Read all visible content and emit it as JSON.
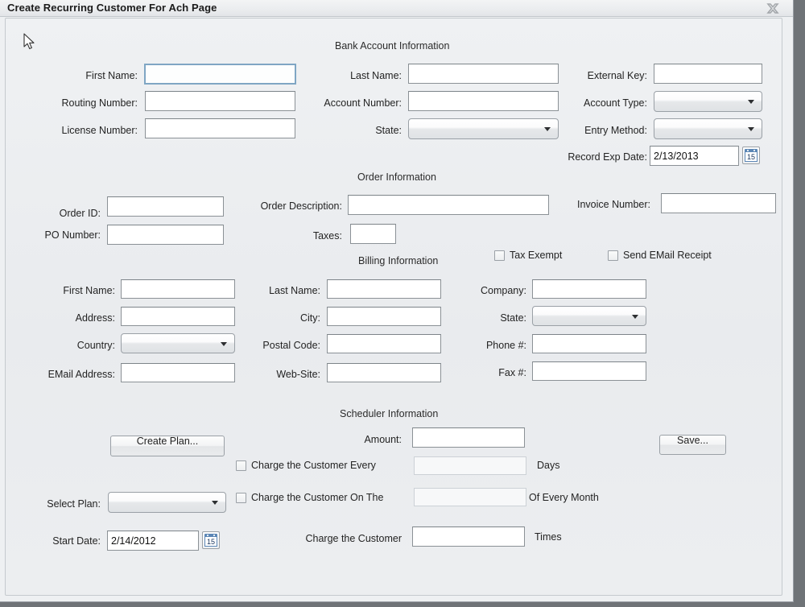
{
  "window": {
    "title": "Create Recurring Customer For Ach Page",
    "close_icon": "close-icon"
  },
  "sections": {
    "bank": "Bank Account Information",
    "order": "Order Information",
    "billing": "Billing Information",
    "scheduler": "Scheduler Information"
  },
  "bank": {
    "first_name_label": "First Name:",
    "first_name_value": "",
    "routing_number_label": "Routing Number:",
    "routing_number_value": "",
    "license_number_label": "License Number:",
    "license_number_value": "",
    "last_name_label": "Last Name:",
    "last_name_value": "",
    "account_number_label": "Account Number:",
    "account_number_value": "",
    "state_label": "State:",
    "state_value": "",
    "external_key_label": "External Key:",
    "external_key_value": "",
    "account_type_label": "Account Type:",
    "account_type_value": "",
    "entry_method_label": "Entry Method:",
    "entry_method_value": "",
    "record_exp_date_label": "Record Exp Date:",
    "record_exp_date_value": "2/13/2013",
    "calendar_day": "15"
  },
  "order": {
    "order_id_label": "Order ID:",
    "order_id_value": "",
    "po_number_label": "PO Number:",
    "po_number_value": "",
    "order_description_label": "Order Description:",
    "order_description_value": "",
    "taxes_label": "Taxes:",
    "taxes_value": "",
    "invoice_number_label": "Invoice Number:",
    "invoice_number_value": "",
    "tax_exempt_label": "Tax Exempt",
    "tax_exempt_checked": false,
    "send_email_receipt_label": "Send EMail Receipt",
    "send_email_receipt_checked": false
  },
  "billing": {
    "first_name_label": "First Name:",
    "first_name_value": "",
    "address_label": "Address:",
    "address_value": "",
    "country_label": "Country:",
    "country_value": "",
    "email_address_label": "EMail Address:",
    "email_address_value": "",
    "last_name_label": "Last Name:",
    "last_name_value": "",
    "city_label": "City:",
    "city_value": "",
    "postal_code_label": "Postal Code:",
    "postal_code_value": "",
    "web_site_label": "Web-Site:",
    "web_site_value": "",
    "company_label": "Company:",
    "company_value": "",
    "state_label": "State:",
    "state_value": "",
    "phone_label": "Phone #:",
    "phone_value": "",
    "fax_label": "Fax #:",
    "fax_value": ""
  },
  "scheduler": {
    "create_plan_button": "Create Plan...",
    "select_plan_label": "Select Plan:",
    "select_plan_value": "",
    "start_date_label": "Start Date:",
    "start_date_value": "2/14/2012",
    "calendar_day": "15",
    "amount_label": "Amount:",
    "amount_value": "",
    "charge_every_label": "Charge the Customer Every",
    "charge_every_checked": false,
    "charge_every_value": "",
    "days_label": "Days",
    "charge_on_the_label": "Charge the Customer On The",
    "charge_on_the_checked": false,
    "charge_on_the_value": "",
    "of_every_month_label": "Of Every Month",
    "charge_times_label": "Charge the Customer",
    "charge_times_value": "",
    "times_label": "Times",
    "save_button": "Save..."
  },
  "colors": {
    "accent": "#5b86b5",
    "focus_border": "#7fa6c4",
    "panel_bg": "#eceef0"
  }
}
